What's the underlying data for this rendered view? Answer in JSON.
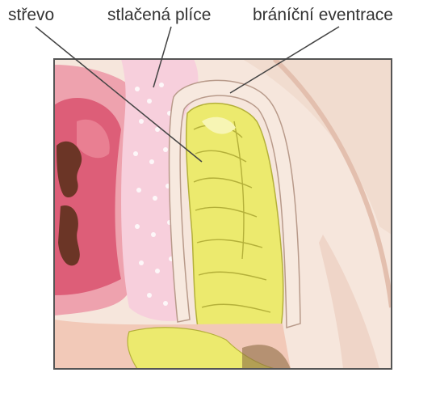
{
  "labels": {
    "intestine": "střevo",
    "compressed_lung": "stlačená plíce",
    "diaphragmatic_eventration": "bráníční eventrace"
  },
  "colors": {
    "background": "#ffffff",
    "frame": "#555555",
    "label_text": "#333333",
    "leader_line": "#444444",
    "heart_outer": "#eea2ae",
    "heart_inner": "#dd5e78",
    "heart_dark": "#6b3526",
    "lung": "#f7cfdc",
    "lung_dots": "#ffffff",
    "intestine": "#ecea6e",
    "intestine_light": "#f7f5b4",
    "intestine_dark": "#b4b03a",
    "diaphragm": "#f7e9df",
    "chest_wall": "#f6e6dc",
    "chest_wall_shadow": "#e6c2b2",
    "abdomen_cavity": "#8c6c42"
  }
}
